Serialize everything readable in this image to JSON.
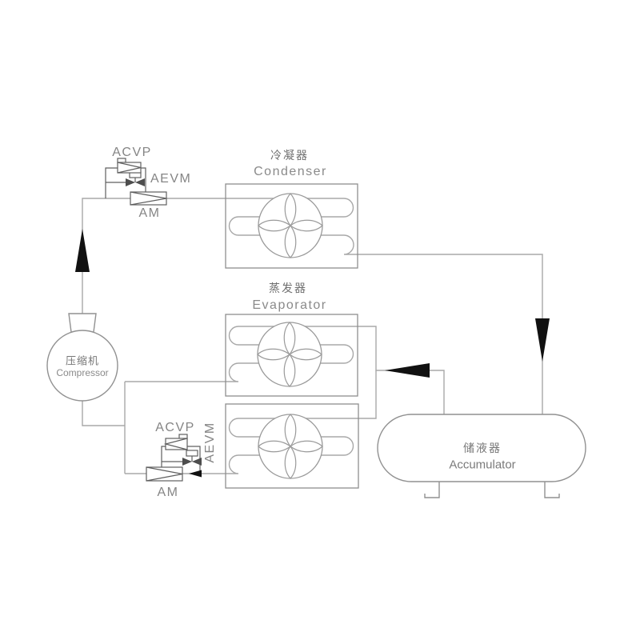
{
  "diagram": {
    "components": {
      "compressor": {
        "zh": "压缩机",
        "en": "Compressor"
      },
      "condenser": {
        "zh": "冷凝器",
        "en": "Condenser"
      },
      "evaporator": {
        "zh": "蒸发器",
        "en": "Evaporator"
      },
      "accumulator": {
        "zh": "储液器",
        "en": "Accumulator"
      },
      "valve_group_top": {
        "acvp": "ACVP",
        "aevm": "AEVM",
        "am": "AM"
      },
      "valve_group_bottom": {
        "acvp": "ACVP",
        "aevm": "AEVM",
        "am": "AM"
      }
    },
    "colors": {
      "background": "#ffffff",
      "pipe": "#a8a8a8",
      "equipment_outline": "#919191",
      "box_outline": "#8e8e8e",
      "valve_line": "#5f5f5f",
      "flow_arrow": "#111111",
      "label_text": "#8a8a8a"
    }
  }
}
